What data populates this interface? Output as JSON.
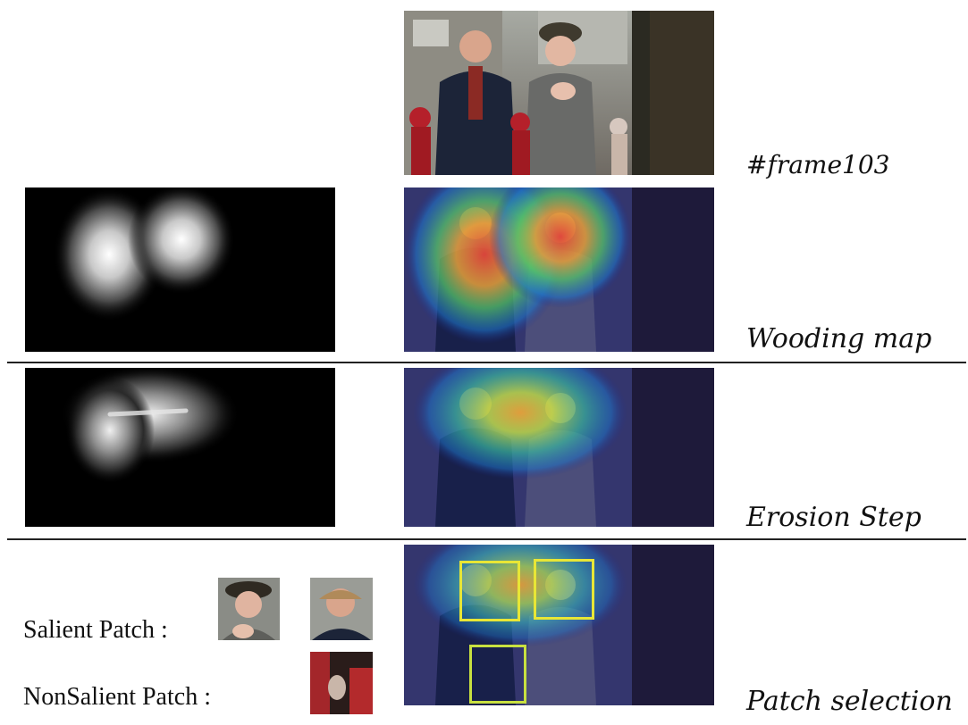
{
  "frame_label": "#frame103",
  "rows": [
    {
      "caption": "Wooding map"
    },
    {
      "caption": "Erosion Step"
    },
    {
      "caption": "Patch selection"
    }
  ],
  "patches": {
    "salient_label": "Salient Patch :",
    "nonsalient_label": "NonSalient Patch :"
  },
  "colors": {
    "box": "#e8e636",
    "divider": "#222222",
    "map_background": "#000000"
  }
}
